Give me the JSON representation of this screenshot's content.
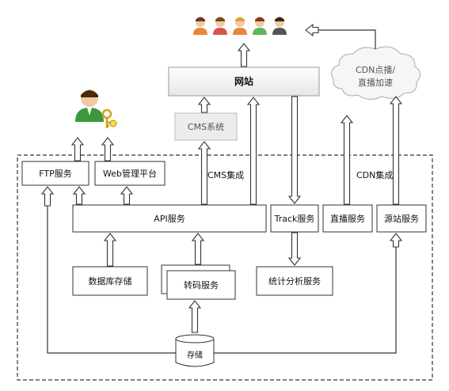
{
  "nodes": {
    "website": "网站",
    "cms_system": "CMS系统",
    "cdn": [
      "CDN点播/",
      "直播加速"
    ],
    "ftp_service": "FTP服务",
    "web_admin": "Web管理平台",
    "api_service": "API服务",
    "track_service": "Track服务",
    "live_service": "直播服务",
    "origin_service": "源站服务",
    "database_storage": "数据库存储",
    "transcode_service": "转码服务",
    "stats_service": "统计分析服务",
    "storage": "存储"
  },
  "edge_labels": {
    "cms_integration": "CMS集成",
    "cdn_integration": "CDN集成"
  },
  "icons": {
    "users": [
      "user-orange-icon",
      "user-red-icon",
      "user-orange-icon",
      "user-green-icon",
      "user-dark-icon"
    ],
    "admin": "admin-key-icon",
    "user_colors": [
      "#e8873a",
      "#d9534f",
      "#e8873a",
      "#5cb85c",
      "#555555"
    ]
  }
}
